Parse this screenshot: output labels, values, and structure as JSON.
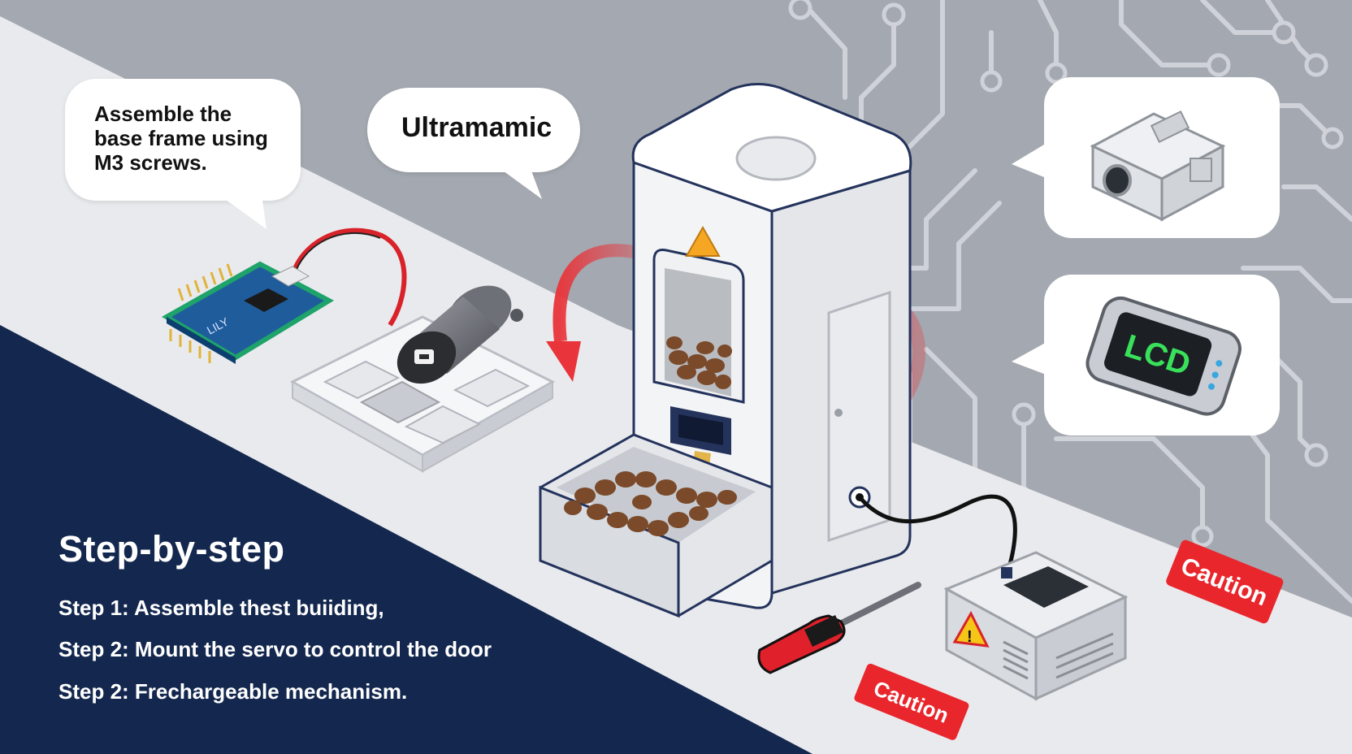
{
  "callouts": {
    "left": "Assemble the base frame using M3 screws.",
    "middle": "Ultramamic"
  },
  "steps": {
    "title": "Step-by-step",
    "items": [
      "Step 1: Assemble thest buiiding,",
      "Step 2: Mount the servo to control the door",
      "Step 2: Frechargeable mechanism."
    ]
  },
  "labels": {
    "lcd": "LCD",
    "caution_right": "Caution",
    "caution_bottom": "Caution",
    "board": "LILY"
  },
  "colors": {
    "navy_panel": "#14284f",
    "caution_red": "#e8262c",
    "lcd_green": "#39e05a",
    "arrow_red": "#e8343a"
  }
}
